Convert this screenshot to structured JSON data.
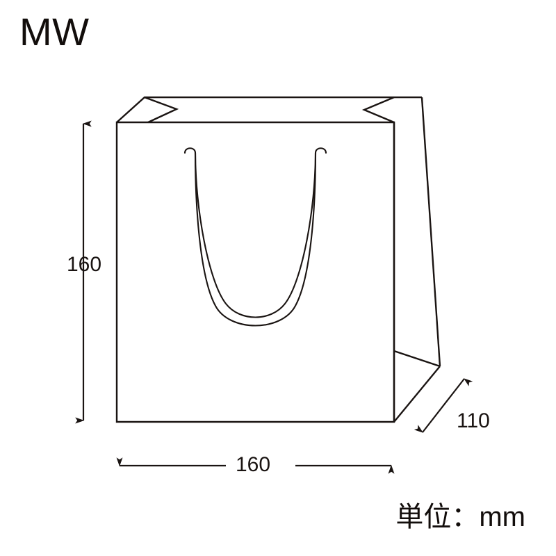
{
  "page": {
    "title": "MW",
    "background_color": "#ffffff",
    "line_color": "#1a1412"
  },
  "product": {
    "code": "MW",
    "type": "paper-shopping-bag-technical-drawing"
  },
  "dimensions": {
    "height": {
      "value": "160",
      "orientation": "vertical",
      "position": "left",
      "arrow": "double-ended"
    },
    "width": {
      "value": "160",
      "orientation": "horizontal",
      "position": "bottom",
      "arrow": "double-ended"
    },
    "depth": {
      "value": "110",
      "orientation": "diagonal",
      "position": "right",
      "arrow": "double-ended"
    }
  },
  "unit_note": {
    "text": "単位：mm",
    "label": "unit-millimeters"
  },
  "figure": {
    "name": "gift-bag-isometric-outline",
    "parts": [
      "front-panel",
      "top-flap",
      "side-gusset-panel",
      "bottom-gusset-fold",
      "rope-handle"
    ]
  }
}
